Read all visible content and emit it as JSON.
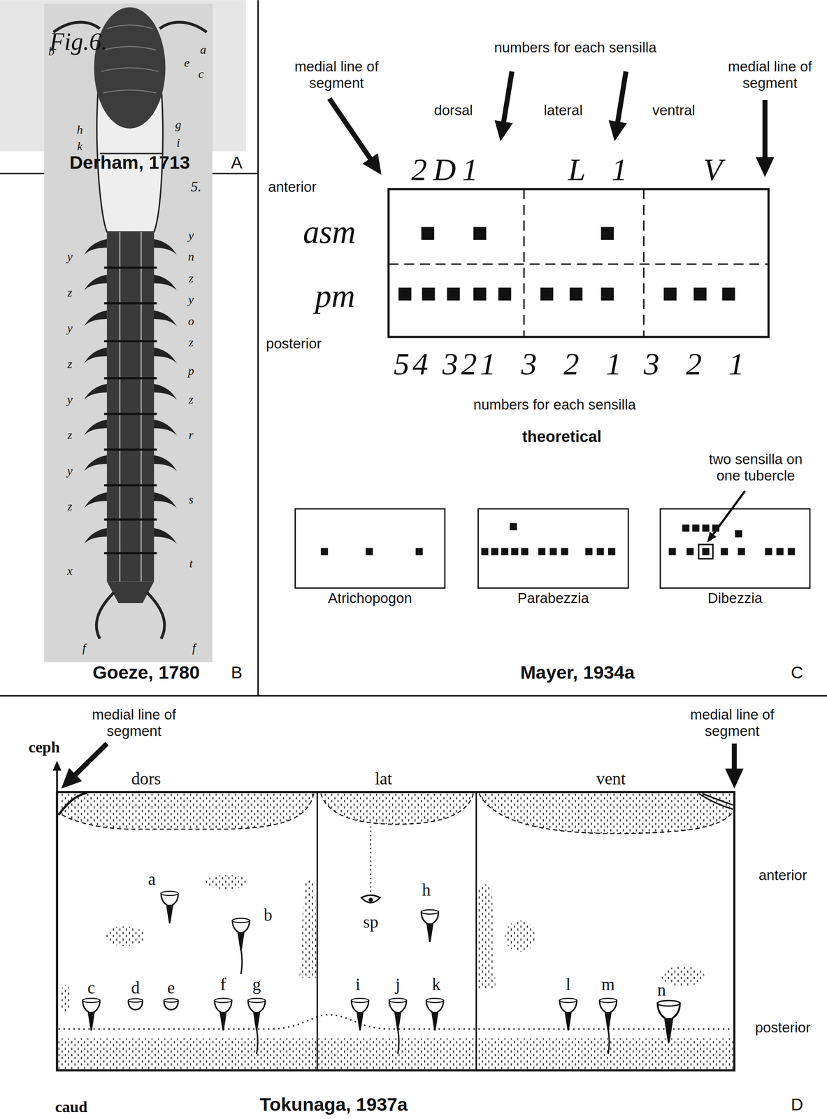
{
  "diagram": {
    "nodes": [
      {
        "text": [
          "Atrichopogon"
        ]
      },
      {
        "text": [
          "Parabezzia"
        ]
      },
      {
        "text": [
          "Dibezzia"
        ]
      }
    ],
    "labels": [
      "Fig.6.",
      "Derham, 1713",
      "A",
      "b",
      "a",
      "e",
      "c",
      "h",
      "g",
      "k",
      "i",
      "5.",
      "y",
      "z",
      "y",
      "z",
      "y",
      "z",
      "y",
      "z",
      "x",
      "y",
      "n",
      "z",
      "y",
      "o",
      "z",
      "p",
      "z",
      "r",
      "s",
      "t",
      "f",
      "f",
      "Goeze, 1780",
      "B",
      "medial line of segment",
      "numbers for each sensilla",
      "medial line of segment",
      "dorsal",
      "lateral",
      "ventral",
      "2D1",
      "L 1",
      "V",
      "anterior",
      "asm",
      "pm",
      "posterior",
      "54 321",
      "3 2 1",
      "3 2 1",
      "numbers for each sensilla",
      "theoretical",
      "two sensilla on one tubercle",
      "Mayer, 1934a",
      "C",
      "medial line of segment",
      "medial line of segment",
      "ceph",
      "dors",
      "lat",
      "vent",
      "anterior",
      "a",
      "sp",
      "h",
      "b",
      "c",
      "d",
      "e",
      "f",
      "g",
      "i",
      "j",
      "k",
      "l",
      "m",
      "n",
      "posterior",
      "caud",
      "Tokunaga, 1937a",
      "D"
    ]
  }
}
